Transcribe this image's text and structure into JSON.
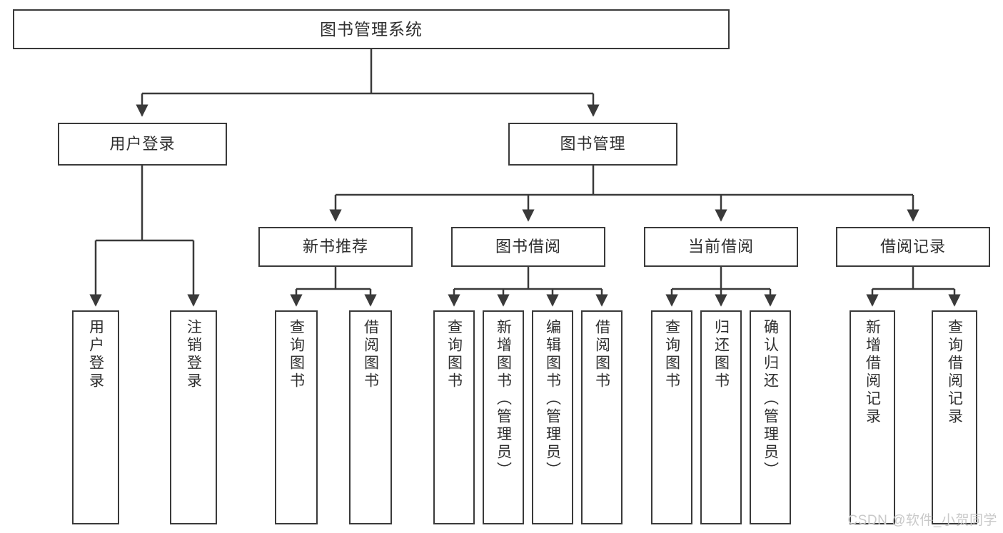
{
  "diagram": {
    "type": "tree-hierarchy-chart",
    "title": "图书管理系统",
    "orientation": "top-down",
    "colors": {
      "box_stroke": "#3a3a3a",
      "box_fill": "#ffffff",
      "text": "#2f2f2f",
      "connector": "#3a3a3a",
      "watermark": "#c9c9c9",
      "background": "#ffffff"
    }
  },
  "nodes": {
    "root": {
      "id": "root",
      "label": "图书管理系统",
      "level": 0
    },
    "level2": [
      {
        "id": "user-login",
        "label": "用户登录",
        "level": 1
      },
      {
        "id": "book-manage",
        "label": "图书管理",
        "level": 1
      }
    ],
    "level3": [
      {
        "id": "new-book-recommend",
        "label": "新书推荐",
        "level": 2,
        "parent": "book-manage"
      },
      {
        "id": "book-borrow",
        "label": "图书借阅",
        "level": 2,
        "parent": "book-manage"
      },
      {
        "id": "current-borrow",
        "label": "当前借阅",
        "level": 2,
        "parent": "book-manage"
      },
      {
        "id": "borrow-record",
        "label": "借阅记录",
        "level": 2,
        "parent": "book-manage"
      }
    ],
    "leaves": [
      {
        "id": "leaf-user-login",
        "label": "用户登录",
        "parent": "user-login"
      },
      {
        "id": "leaf-logout-login",
        "label": "注销登录",
        "parent": "user-login"
      },
      {
        "id": "leaf-query-book-1",
        "label": "查询图书",
        "parent": "new-book-recommend"
      },
      {
        "id": "leaf-borrow-book-1",
        "label": "借阅图书",
        "parent": "new-book-recommend"
      },
      {
        "id": "leaf-query-book-2",
        "label": "查询图书",
        "parent": "book-borrow"
      },
      {
        "id": "leaf-add-book",
        "label": "新增图书（管理员）",
        "parent": "book-borrow"
      },
      {
        "id": "leaf-edit-book",
        "label": "编辑图书（管理员）",
        "parent": "book-borrow"
      },
      {
        "id": "leaf-borrow-book-2",
        "label": "借阅图书",
        "parent": "book-borrow"
      },
      {
        "id": "leaf-query-book-3",
        "label": "查询图书",
        "parent": "current-borrow"
      },
      {
        "id": "leaf-return-book",
        "label": "归还图书",
        "parent": "current-borrow"
      },
      {
        "id": "leaf-confirm-return",
        "label": "确认归还（管理员）",
        "parent": "current-borrow"
      },
      {
        "id": "leaf-add-record",
        "label": "新增借阅记录",
        "parent": "borrow-record"
      },
      {
        "id": "leaf-query-record",
        "label": "查询借阅记录",
        "parent": "borrow-record"
      }
    ]
  },
  "watermark": {
    "text": "CSDN @软件_小贺同学"
  }
}
